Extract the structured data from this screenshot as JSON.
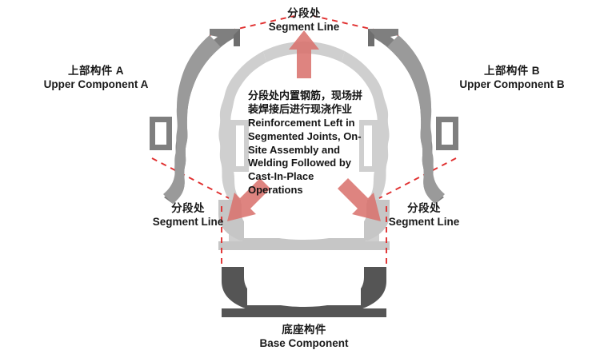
{
  "diagram": {
    "type": "exploded-assembly",
    "title_visible": false,
    "colors": {
      "component_dark": "#5a5a5a",
      "component_dark_shade": "#8c8c8c",
      "assembled_light": "#c9c9c9",
      "assembled_light_2": "#d8d8d8",
      "arrow": "#d9736e",
      "arrow_dark": "#c15f5b",
      "dashed_line": "#e03030",
      "text": "#1a1a1a",
      "background": "#ffffff"
    }
  },
  "labels": {
    "upper_a": {
      "cn": "上部构件 A",
      "en": "Upper Component A"
    },
    "upper_b": {
      "cn": "上部构件 B",
      "en": "Upper Component B"
    },
    "base": {
      "cn": "底座构件",
      "en": "Base Component"
    },
    "segment_top": {
      "cn": "分段处",
      "en": "Segment Line"
    },
    "segment_left": {
      "cn": "分段处",
      "en": "Segment Line"
    },
    "segment_right": {
      "cn": "分段处",
      "en": "Segment Line"
    }
  },
  "center_note": {
    "cn": "分段处内置钢筋，现场拼装焊接后进行现浇作业",
    "en": "Reinforcement Left in Segmented Joints, On-Site Assembly and Welding Followed by Cast-In-Place Operations"
  },
  "arrows": [
    {
      "name": "arrow-up-top",
      "direction": "up",
      "label_ref": "segment_top"
    },
    {
      "name": "arrow-down-left",
      "direction": "down-left",
      "label_ref": "segment_left"
    },
    {
      "name": "arrow-down-right",
      "direction": "down-right",
      "label_ref": "segment_right"
    }
  ],
  "parts": [
    {
      "name": "upper-component-a",
      "state": "exploded",
      "position": "left"
    },
    {
      "name": "upper-component-b",
      "state": "exploded",
      "position": "right"
    },
    {
      "name": "base-component",
      "state": "exploded",
      "position": "bottom"
    },
    {
      "name": "assembled-arch",
      "state": "assembled",
      "position": "center"
    }
  ]
}
